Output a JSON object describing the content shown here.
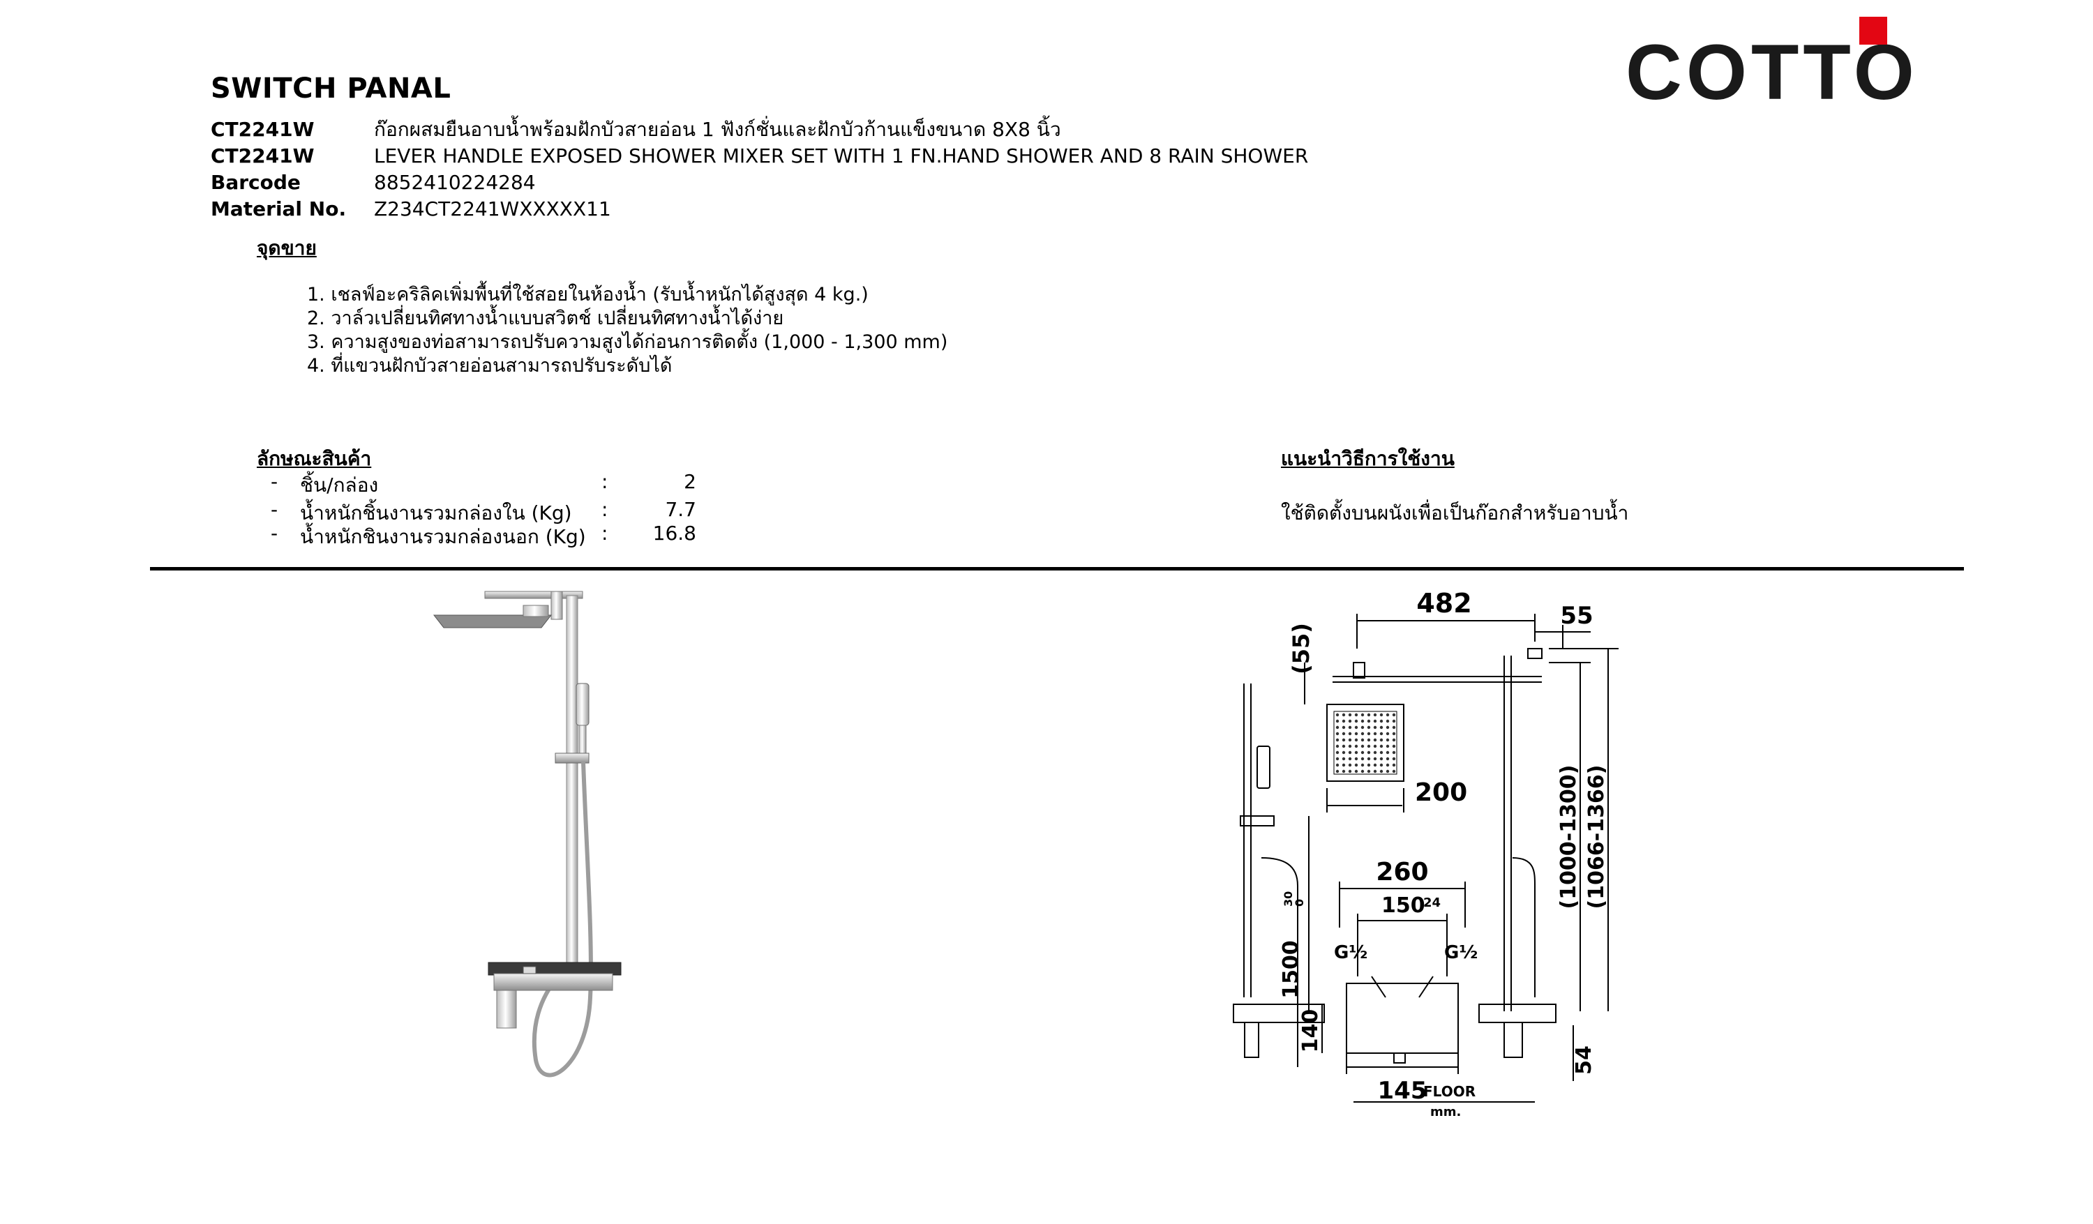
{
  "logo": {
    "text": "COTTO",
    "accent": "#e30613"
  },
  "title": "SWITCH PANAL",
  "info_rows": [
    {
      "key": "CT2241W",
      "value": "ก๊อกผสมยืนอาบน้ำพร้อมฝักบัวสายอ่อน 1 ฟังก์ชั่นและฝักบัวก้านแข็งขนาด 8X8 นิ้ว"
    },
    {
      "key": "CT2241W",
      "value": "LEVER HANDLE EXPOSED SHOWER MIXER SET WITH 1 FN.HAND SHOWER AND 8 RAIN SHOWER"
    },
    {
      "key": "Barcode",
      "value": "8852410224284"
    },
    {
      "key": "Material No.",
      "value": "Z234CT2241WXXXXX11"
    }
  ],
  "selling_points": {
    "heading": "จุดขาย",
    "items": [
      "1. เชลฟ์อะคริลิคเพิ่มพื้นที่ใช้สอยในห้องน้ำ (รับน้ำหนักได้สูงสุด 4 kg.)",
      "2. วาล์วเปลี่ยนทิศทางน้ำแบบสวิตช์ เปลี่ยนทิศทางน้ำได้ง่าย",
      "3. ความสูงของท่อสามารถปรับความสูงได้ก่อนการติดตั้ง (1,000 - 1,300 mm)",
      "4. ที่แขวนฝักบัวสายอ่อนสามารถปรับระดับได้"
    ]
  },
  "specs": {
    "heading": "ลักษณะสินค้า",
    "rows": [
      {
        "dash": "-",
        "label": "ชิ้น/กล่อง",
        "colon": ":",
        "value": "2"
      },
      {
        "dash": "-",
        "label": "น้ำหนักชิ้นงานรวมกล่องใน (Kg)",
        "colon": ":",
        "value": "7.7"
      },
      {
        "dash": "-",
        "label": "น้ำหนักชินงานรวมกล่องนอก (Kg)",
        "colon": ":",
        "value": "16.8"
      }
    ]
  },
  "usage": {
    "heading": "แนะนำวิธีการใช้งาน",
    "text": "ใช้ติดตั้งบนผนังเพื่อเป็นก๊อกสำหรับอาบน้ำ"
  },
  "drawing": {
    "dims": {
      "d55_top": "(55)",
      "d482": "482",
      "d55": "55",
      "d200": "200",
      "d260": "260",
      "d150": "150",
      "d150_tol": "24",
      "d1500": "1500",
      "d1500_tol_plus": "30",
      "d1500_tol_minus": "0",
      "d140": "140",
      "d145": "145",
      "d54": "54",
      "d1000_1300": "(1000-1300)",
      "d1066_1366": "(1066-1366)",
      "g_left": "G½",
      "g_right": "G½",
      "floor": "FLOOR",
      "unit": "mm."
    }
  }
}
